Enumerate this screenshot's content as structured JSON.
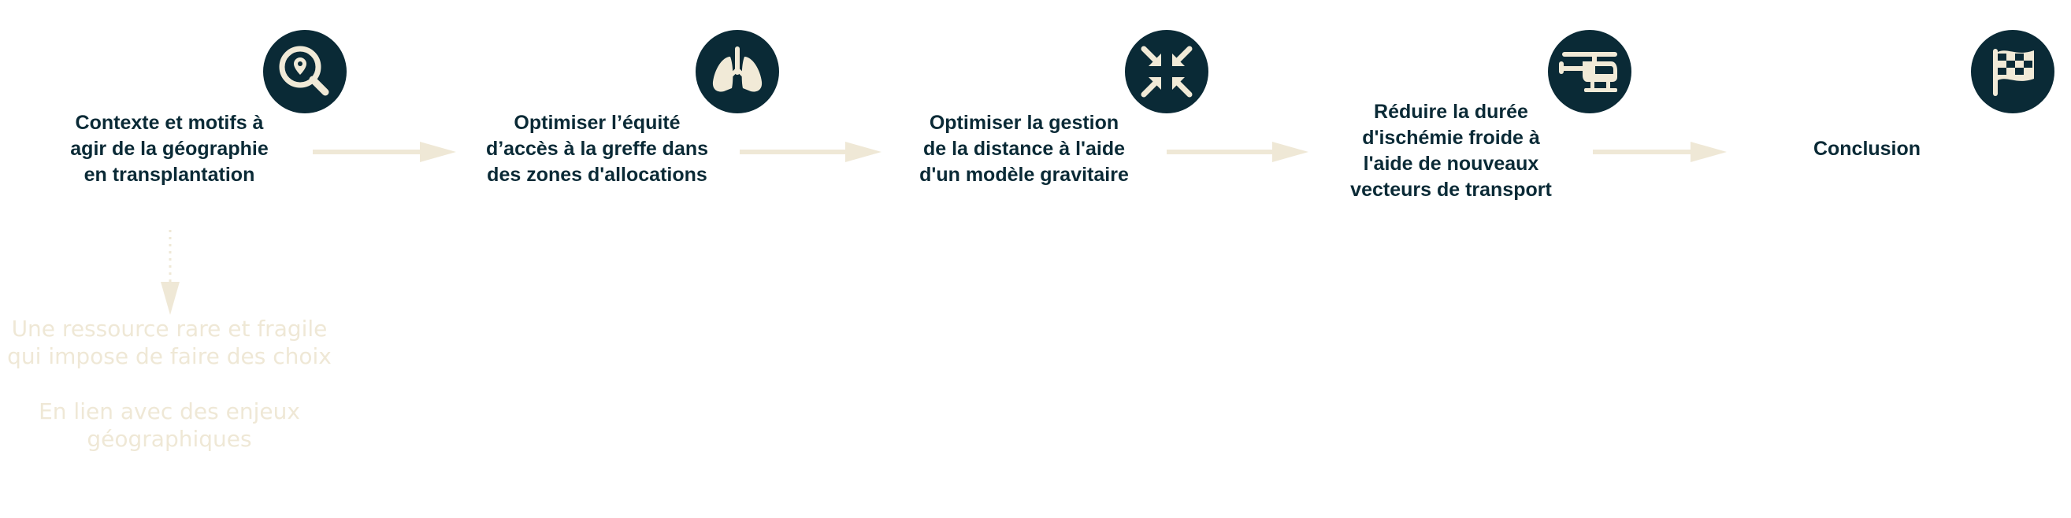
{
  "colors": {
    "icon_background": "#0a2a36",
    "icon_glyph": "#f1ead7",
    "arrow": "#efe8d6",
    "label_text": "#0a2a36",
    "detail_text": "#efe8d6"
  },
  "steps": [
    {
      "icon": "location-search-icon",
      "label": "Contexte et motifs à\nagir de la géographie\nen transplantation"
    },
    {
      "icon": "lungs-icon",
      "label": "Optimiser l’équité\nd’accès à la greffe dans\ndes zones d'allocations"
    },
    {
      "icon": "compress-arrows-icon",
      "label": "Optimiser la gestion\nde la distance à l'aide\nd'un modèle gravitaire"
    },
    {
      "icon": "helicopter-icon",
      "label": "Réduire la durée\nd'ischémie froide à\nl'aide de nouveaux\nvecteurs de transport"
    },
    {
      "icon": "checkered-flag-icon",
      "label": "Conclusion"
    }
  ],
  "details": {
    "line1": "Une ressource rare et fragile\nqui impose de faire des choix",
    "line2": "En lien avec des enjeux\ngéographiques"
  }
}
